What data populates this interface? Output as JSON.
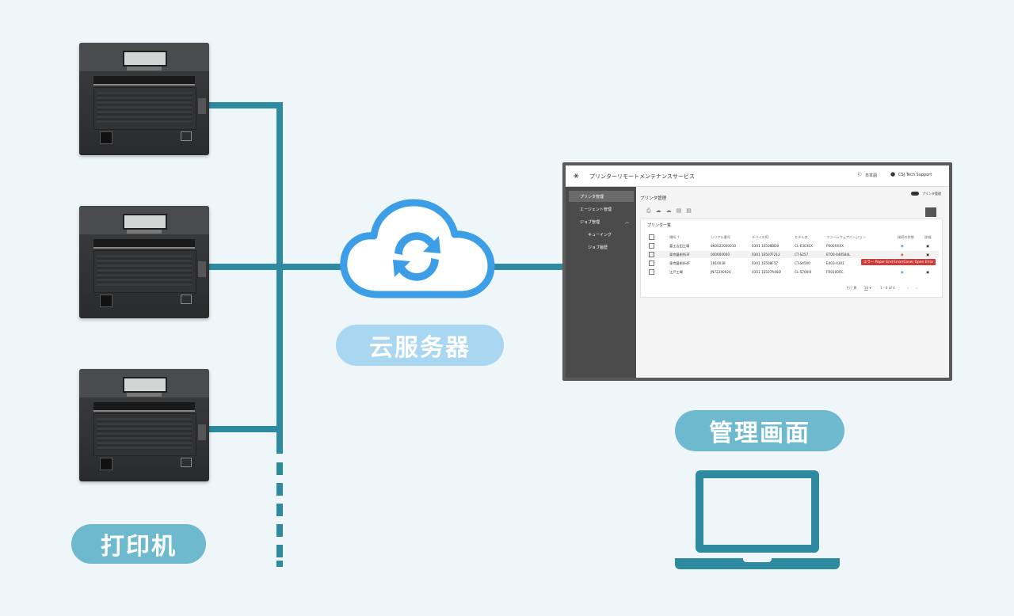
{
  "labels": {
    "printers": "打印机",
    "cloud": "云服务器",
    "admin": "管理画面"
  },
  "screen": {
    "app_title": "プリンターリモートメンテナンスサービス",
    "language": "日本語",
    "user": "CSJ Tech Support",
    "sidebar": [
      {
        "label": "プリンタ管理",
        "active": true
      },
      {
        "label": "エージェント管理",
        "active": false
      },
      {
        "label": "ジョブ管理",
        "active": false
      },
      {
        "label": "キューイング",
        "active": false
      },
      {
        "label": "ジョブ履歴",
        "active": false
      }
    ],
    "page_title": "プリンタ管理",
    "toggle_label": "プリンタ管理",
    "list_title": "プリンター覧",
    "columns": [
      "場所 ↑",
      "シリアル番号",
      "デバイスID",
      "モデル名",
      "ファームウェアバージョン",
      "接続の状態",
      "詳細"
    ],
    "rows": [
      {
        "location": "富士吉田工場",
        "serial": "8K0022000010",
        "device": "0301 1E508BD8",
        "model": "CL-E303EX",
        "firmware": "P000XXXX",
        "status": "ok"
      },
      {
        "location": "東京藝術所3F",
        "serial": "000000000",
        "device": "0301 1E507F212",
        "model": "CT-S257",
        "firmware": "ET00-040584L",
        "status": "error"
      },
      {
        "location": "東京藝術所4F",
        "serial": "1810038",
        "device": "0301 1E508F57",
        "model": "CT-S4500",
        "firmware": "E403-0301",
        "status": "ok"
      },
      {
        "location": "江戸工場",
        "serial": "JN72240024",
        "device": "0301 1E507A48D",
        "model": "CL-S700III",
        "firmware": "FR0100RC",
        "status": "ok"
      }
    ],
    "error_text": "エラー  Paper End Error/Cover Open Error",
    "pagination": {
      "rows_label": "行 / 頁",
      "rows_value": "10",
      "range": "1 - 4 of 4"
    }
  },
  "colors": {
    "line": "#2e8aa0",
    "pill": "#6fb9cf",
    "cloud": "#3d9ee8",
    "error": "#d23a3a"
  }
}
